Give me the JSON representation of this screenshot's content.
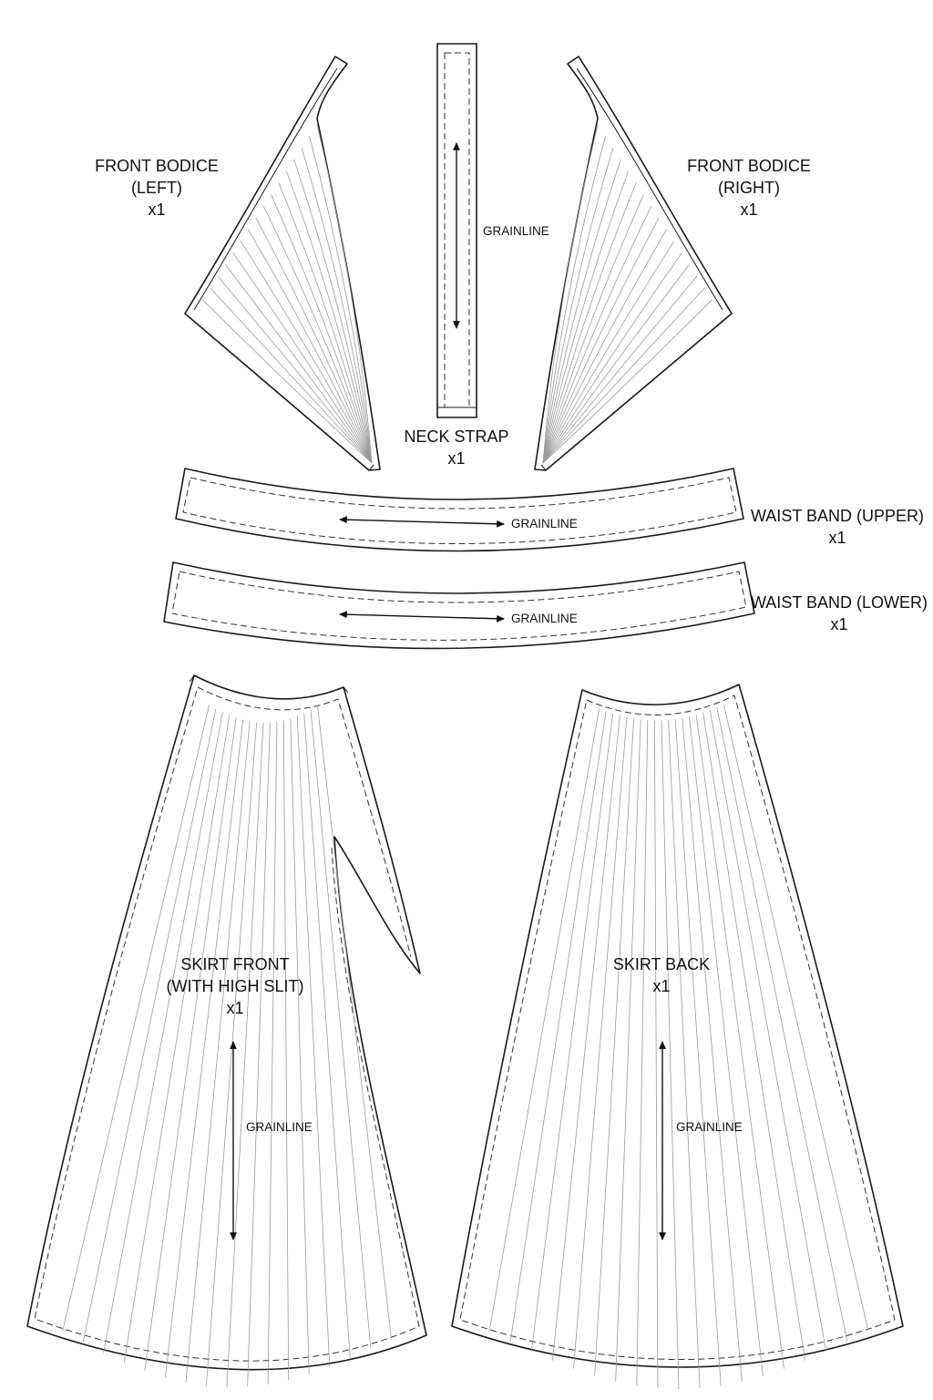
{
  "pieces": {
    "front_bodice_left": {
      "lines": [
        "FRONT BODICE",
        "(LEFT)",
        "x1"
      ]
    },
    "front_bodice_right": {
      "lines": [
        "FRONT BODICE",
        "(RIGHT)",
        "x1"
      ]
    },
    "neck_strap": {
      "lines": [
        "NECK STRAP",
        "x1"
      ],
      "grainline": "GRAINLINE"
    },
    "waist_band_upper": {
      "lines": [
        "WAIST BAND (UPPER)",
        "x1"
      ],
      "grainline": "GRAINLINE"
    },
    "waist_band_lower": {
      "lines": [
        "WAIST BAND (LOWER)",
        "x1"
      ],
      "grainline": "GRAINLINE"
    },
    "skirt_front": {
      "lines": [
        "SKIRT FRONT",
        "(WITH HIGH SLIT)",
        "x1"
      ],
      "grainline": "GRAINLINE"
    },
    "skirt_back": {
      "lines": [
        "SKIRT BACK",
        "x1"
      ],
      "grainline": "GRAINLINE"
    }
  }
}
